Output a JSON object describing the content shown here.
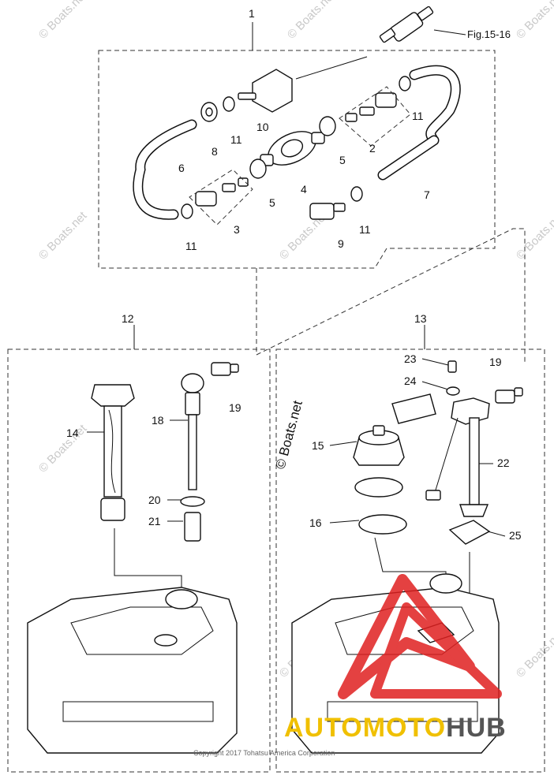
{
  "watermark_text": "© Boats.net",
  "figure_ref": "Fig.15-16",
  "copyright": "Copyright 2017 Tohatsu America Corporation",
  "brand": {
    "part1": "AUTOMOTO",
    "part2": "HUB"
  },
  "callouts": {
    "c1": "1",
    "c2": "2",
    "c3": "3",
    "c4": "4",
    "c5a": "5",
    "c5b": "5",
    "c6": "6",
    "c7": "7",
    "c8": "8",
    "c9": "9",
    "c10": "10",
    "c11a": "11",
    "c11b": "11",
    "c11c": "11",
    "c11d": "11",
    "c12": "12",
    "c13": "13",
    "c14": "14",
    "c15": "15",
    "c16": "16",
    "c18": "18",
    "c19a": "19",
    "c19b": "19",
    "c20": "20",
    "c21": "21",
    "c22": "22",
    "c23": "23",
    "c24": "24",
    "c25": "25"
  },
  "colors": {
    "brand_yellow": "#f0c000",
    "brand_grey": "#555555",
    "logo_red": "#e02020"
  }
}
